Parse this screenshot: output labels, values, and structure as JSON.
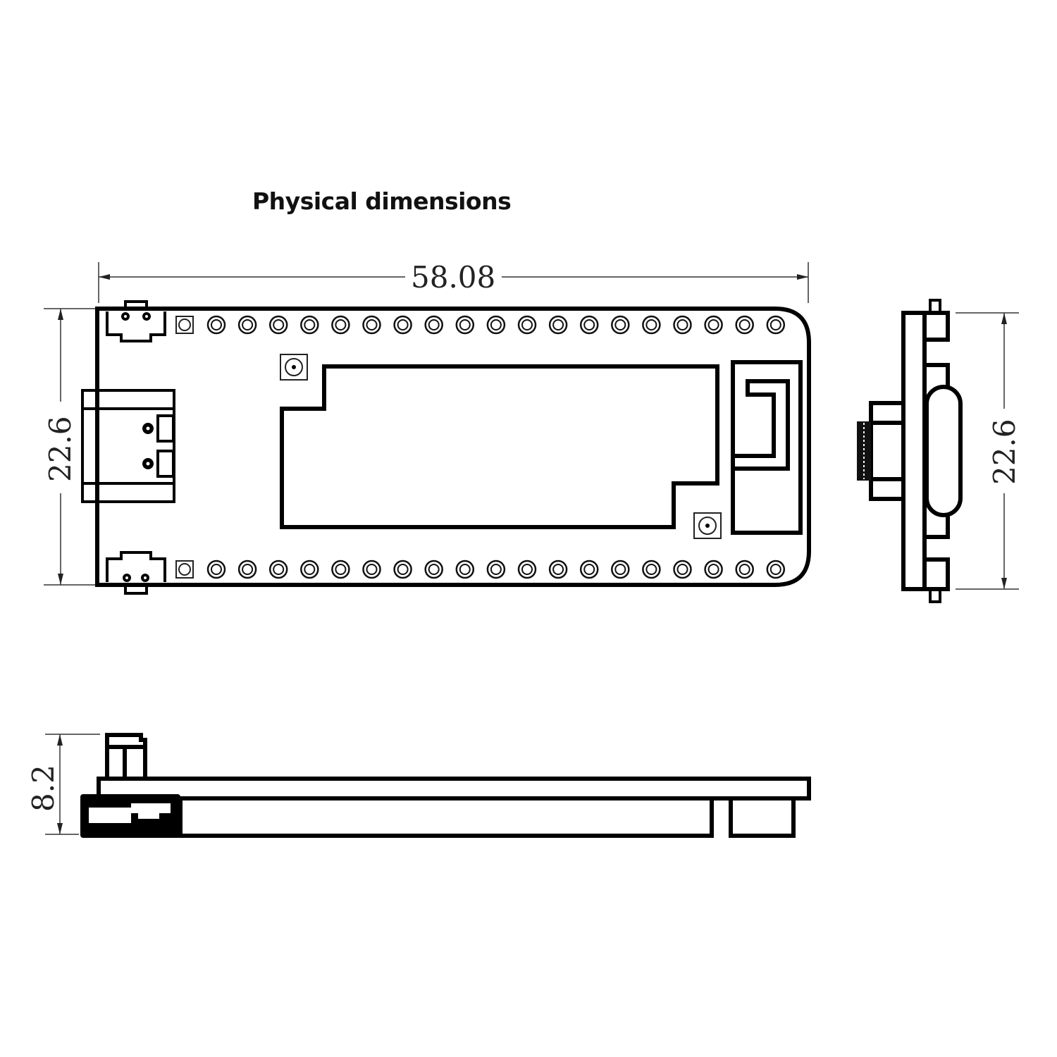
{
  "title": "Physical dimensions",
  "dimensions": {
    "top_view_length": "58.08",
    "top_view_width": "22.6",
    "end_view_width": "22.6",
    "side_view_height": "8.2"
  },
  "views": [
    "top-view",
    "end-view",
    "side-view"
  ],
  "pin_rows": {
    "top_count": 20,
    "bottom_count": 20
  }
}
